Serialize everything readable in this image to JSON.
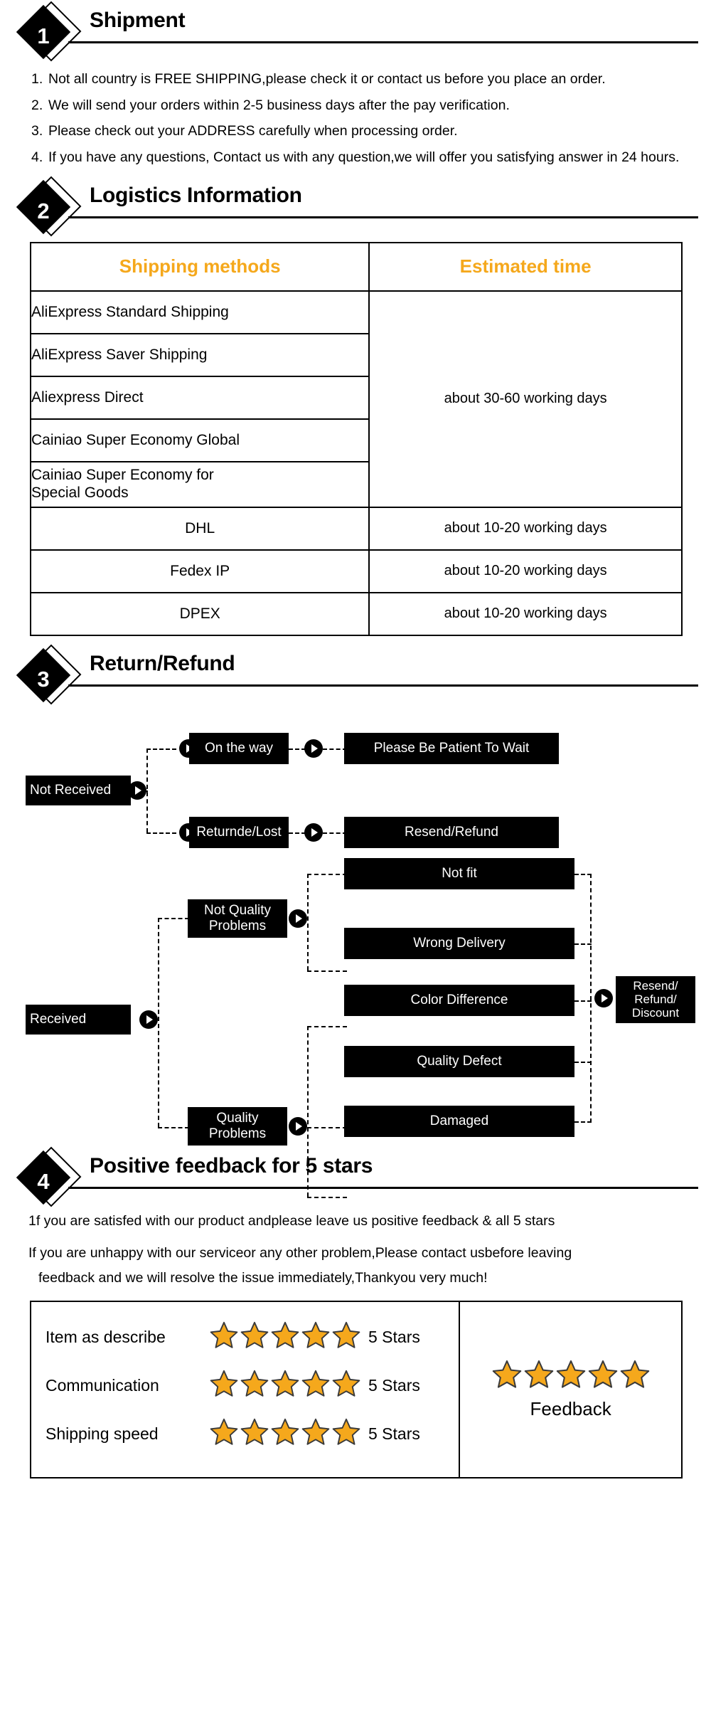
{
  "sections": [
    {
      "number": "1",
      "title": "Shipment"
    },
    {
      "number": "2",
      "title": "Logistics Information"
    },
    {
      "number": "3",
      "title": "Return/Refund"
    },
    {
      "number": "4",
      "title": "Positive feedback for 5 stars"
    }
  ],
  "shipment": {
    "items": [
      {
        "index": "1.",
        "text": "Not all country is FREE SHIPPING,please check it or contact us before you place an order."
      },
      {
        "index": "2.",
        "text": "We will send your orders within 2-5 business days after the pay verification."
      },
      {
        "index": "3.",
        "text": "Please check out your ADDRESS carefully when processing order."
      },
      {
        "index": "4.",
        "text": "If you have any questions, Contact us with any question,we will offer you satisfying answer in 24 hours."
      }
    ]
  },
  "logistics": {
    "headers": {
      "method": "Shipping methods",
      "time": "Estimated time"
    },
    "header_color": "#f5a81c",
    "group_time_slow": "about 30-60 working days",
    "rows": [
      {
        "method": "AliExpress Standard Shipping",
        "align": "left"
      },
      {
        "method": "AliExpress Saver Shipping",
        "align": "left"
      },
      {
        "method": "Aliexpress Direct",
        "align": "left"
      },
      {
        "method": "Cainiao Super Economy Global",
        "align": "left"
      },
      {
        "method": "Cainiao Super Economy for\nSpecial Goods",
        "align": "left"
      }
    ],
    "fast_rows": [
      {
        "method": "DHL",
        "time": "about 10-20 working days"
      },
      {
        "method": "Fedex IP",
        "time": "about 10-20 working days"
      },
      {
        "method": "DPEX",
        "time": "about 10-20 working days"
      }
    ]
  },
  "flow": {
    "not_received": "Not Received",
    "on_the_way": "On the way",
    "please_wait": "Please Be Patient To Wait",
    "returned_lost": "Returnde/Lost",
    "resend_refund": "Resend/Refund",
    "received": "Received",
    "not_quality": "Not Quality\nProblems",
    "quality": "Quality\nProblems",
    "not_fit": "Not fit",
    "wrong_delivery": "Wrong Delivery",
    "color_difference": "Color Difference",
    "quality_defect": "Quality Defect",
    "damaged": "Damaged",
    "final": "Resend/\nRefund/\nDiscount"
  },
  "feedback": {
    "line1": "1f you are satisfed with our product andplease leave us positive feedback & all 5 stars",
    "line2": "If you are unhappy with our serviceor any other problem,Please contact usbefore leaving",
    "line3": "feedback and we will resolve the issue immediately,Thankyou very much!"
  },
  "rating": {
    "star_color": "#f5a81c",
    "rows": [
      {
        "label": "Item as describe",
        "stars": 5,
        "count": "5 Stars"
      },
      {
        "label": "Communication",
        "stars": 5,
        "count": "5 Stars"
      },
      {
        "label": "Shipping speed",
        "stars": 5,
        "count": "5 Stars"
      }
    ],
    "panel": {
      "stars": 5,
      "label": "Feedback"
    }
  }
}
